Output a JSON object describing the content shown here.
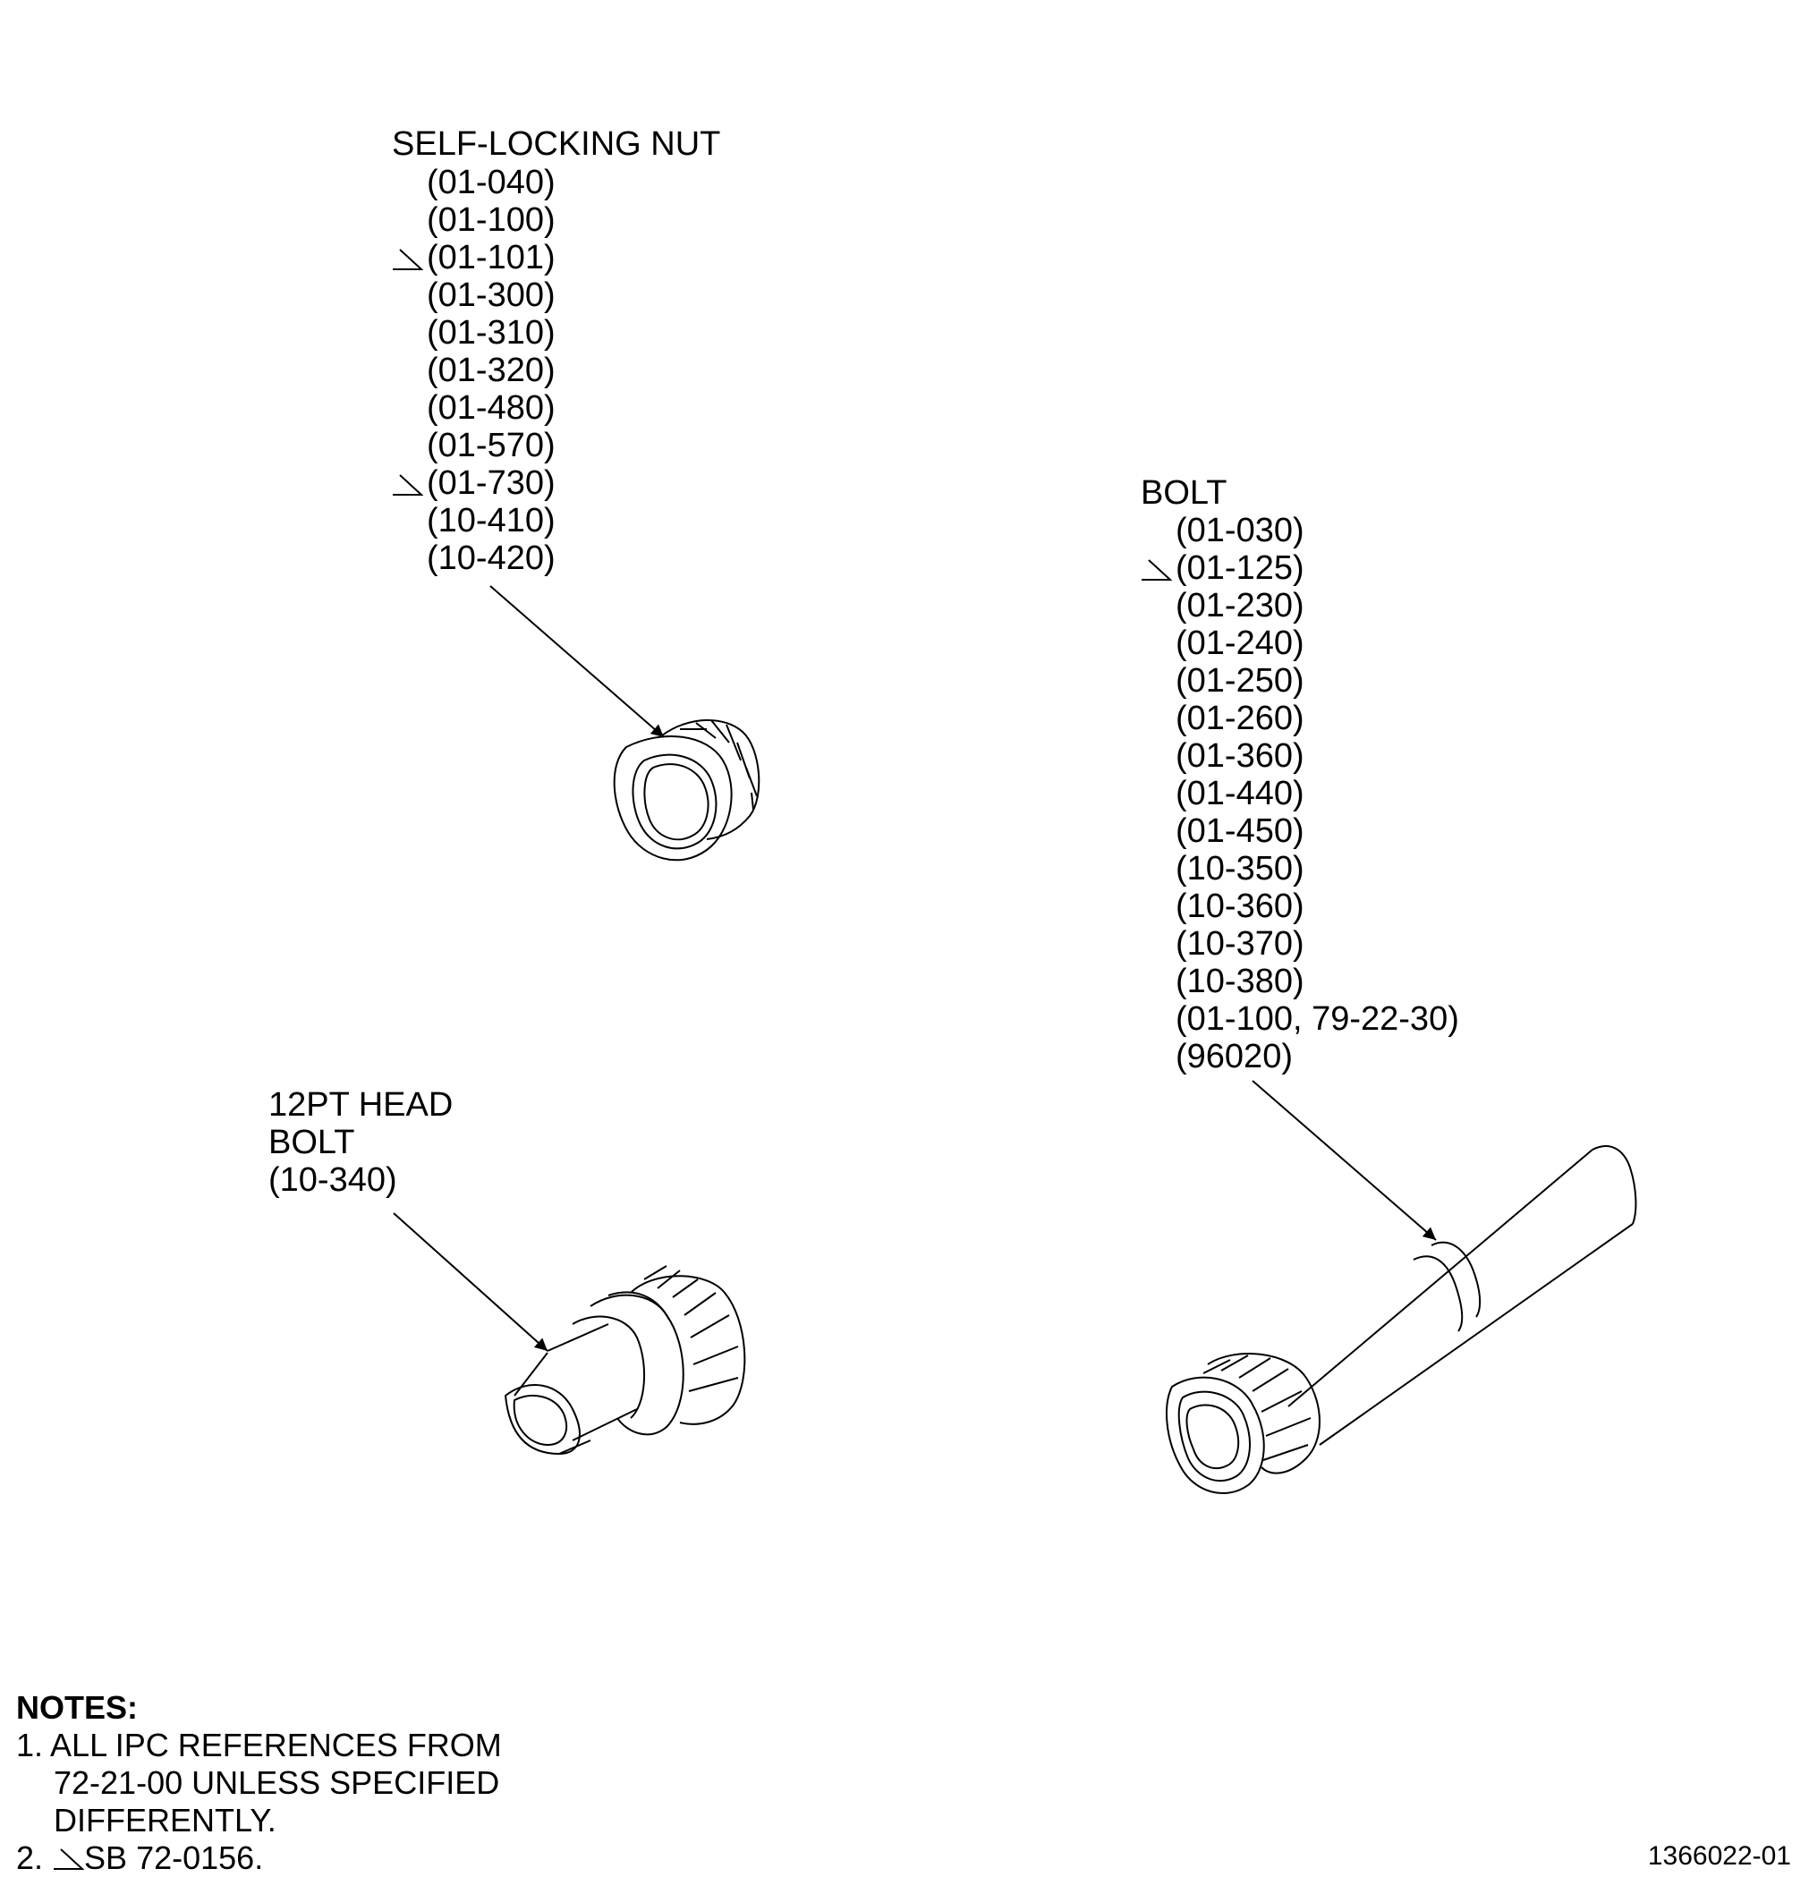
{
  "nut": {
    "title": "SELF-LOCKING NUT",
    "refs": [
      {
        "text": "(01-040)",
        "flag": false
      },
      {
        "text": "(01-100)",
        "flag": false
      },
      {
        "text": "(01-101)",
        "flag": true
      },
      {
        "text": "(01-300)",
        "flag": false
      },
      {
        "text": "(01-310)",
        "flag": false
      },
      {
        "text": "(01-320)",
        "flag": false
      },
      {
        "text": "(01-480)",
        "flag": false
      },
      {
        "text": "(01-570)",
        "flag": false
      },
      {
        "text": "(01-730)",
        "flag": true
      },
      {
        "text": "(10-410)",
        "flag": false
      },
      {
        "text": "(10-420)",
        "flag": false
      }
    ]
  },
  "bolt": {
    "title": "BOLT",
    "refs": [
      {
        "text": "(01-030)",
        "flag": false
      },
      {
        "text": "(01-125)",
        "flag": true
      },
      {
        "text": "(01-230)",
        "flag": false
      },
      {
        "text": "(01-240)",
        "flag": false
      },
      {
        "text": "(01-250)",
        "flag": false
      },
      {
        "text": "(01-260)",
        "flag": false
      },
      {
        "text": "(01-360)",
        "flag": false
      },
      {
        "text": "(01-440)",
        "flag": false
      },
      {
        "text": "(01-450)",
        "flag": false
      },
      {
        "text": "(10-350)",
        "flag": false
      },
      {
        "text": "(10-360)",
        "flag": false
      },
      {
        "text": "(10-370)",
        "flag": false
      },
      {
        "text": "(10-380)",
        "flag": false
      },
      {
        "text": "(01-100, 79-22-30)",
        "flag": false
      },
      {
        "text": "(96020)",
        "flag": false
      }
    ]
  },
  "head_bolt": {
    "line1": "12PT HEAD",
    "line2": "BOLT",
    "ref": "(10-340)"
  },
  "notes": {
    "heading": "NOTES:",
    "n1_a": "1. ALL IPC REFERENCES FROM",
    "n1_b": "72-21-00 UNLESS SPECIFIED",
    "n1_c": "DIFFERENTLY.",
    "n2_prefix": "2.",
    "n2_text": "SB 72-0156."
  },
  "figure_number": "1366022-01"
}
